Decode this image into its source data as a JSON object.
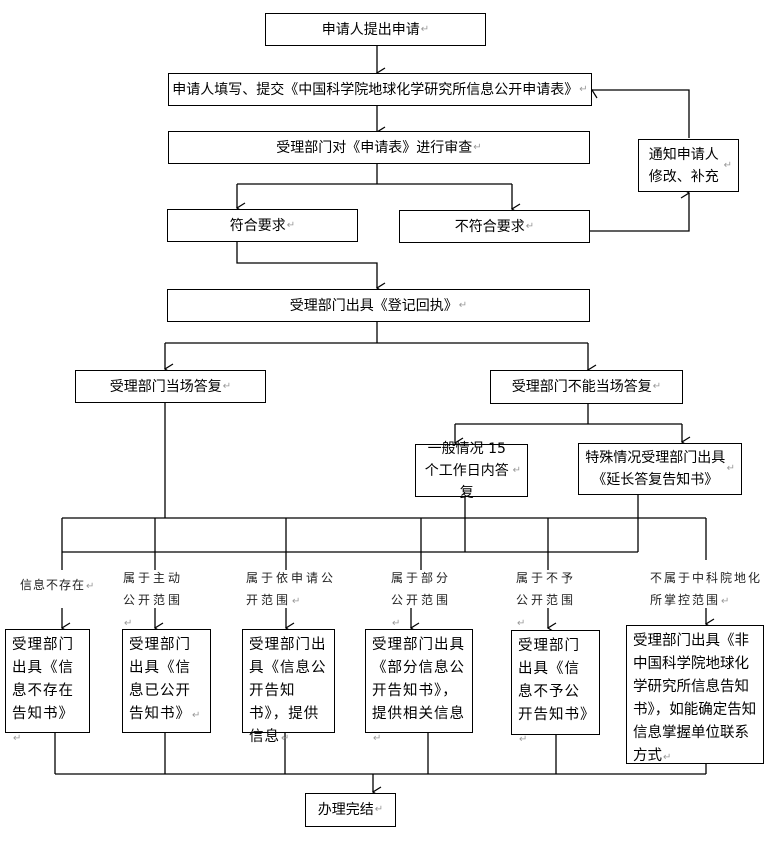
{
  "diagram": {
    "title": "信息公开申请办理流程",
    "paragraph_mark": "↵",
    "nodes": {
      "apply": "申请人提出申请",
      "fill_form": "申请人填写、提交《中国科学院地球化学研究所信息公开申请表》",
      "review": "受理部门对《申请表》进行审查",
      "notify": "通知申请人修改、补充",
      "meets": "符合要求",
      "not_meets": "不符合要求",
      "receipt": "受理部门出具《登记回执》",
      "reply_now": "受理部门当场答复",
      "reply_later": "受理部门不能当场答复",
      "general_15": "一般情况 15 个工作日内答复",
      "special_extend": "特殊情况受理部门出具《延长答复告知书》",
      "out_not_exist": "受理部门出具《信息不存在告知书》",
      "out_public": "受理部门出具《信息已公开告知书》",
      "out_on_request": "受理部门出具《信息公开告知书》，提供信息",
      "out_partial": "受理部门出具《部分信息公开告知书》，提供相关信息",
      "out_not_public": "受理部门出具《信息不予公开告知书》",
      "out_not_in_scope": "受理部门出具《非中国科学院地球化学研究所信息告知书》，如能确定告知信息掌握单位联系方式",
      "done": "办理完结"
    },
    "branch_labels": {
      "not_exist": "信息不存在",
      "active_public": "属于主动公开范围",
      "on_request": "属于依申请公开范围",
      "partial": "属于部分公开范围",
      "not_public": "属于不予公开范围",
      "not_in_scope": "不属于中科院地化所掌控范围"
    },
    "edges": [
      [
        "apply",
        "fill_form"
      ],
      [
        "fill_form",
        "review"
      ],
      [
        "review",
        "meets"
      ],
      [
        "review",
        "not_meets"
      ],
      [
        "not_meets",
        "notify"
      ],
      [
        "notify",
        "fill_form"
      ],
      [
        "meets",
        "receipt"
      ],
      [
        "receipt",
        "reply_now"
      ],
      [
        "receipt",
        "reply_later"
      ],
      [
        "reply_later",
        "general_15"
      ],
      [
        "reply_later",
        "special_extend"
      ],
      [
        "reply_now",
        "branches"
      ],
      [
        "general_15",
        "branches"
      ],
      [
        "special_extend",
        "branches"
      ],
      [
        "branches",
        "out_not_exist"
      ],
      [
        "branches",
        "out_public"
      ],
      [
        "branches",
        "out_on_request"
      ],
      [
        "branches",
        "out_partial"
      ],
      [
        "branches",
        "out_not_public"
      ],
      [
        "branches",
        "out_not_in_scope"
      ],
      [
        "out_not_exist",
        "done"
      ],
      [
        "out_public",
        "done"
      ],
      [
        "out_on_request",
        "done"
      ],
      [
        "out_partial",
        "done"
      ],
      [
        "out_not_public",
        "done"
      ],
      [
        "out_not_in_scope",
        "done"
      ]
    ]
  }
}
